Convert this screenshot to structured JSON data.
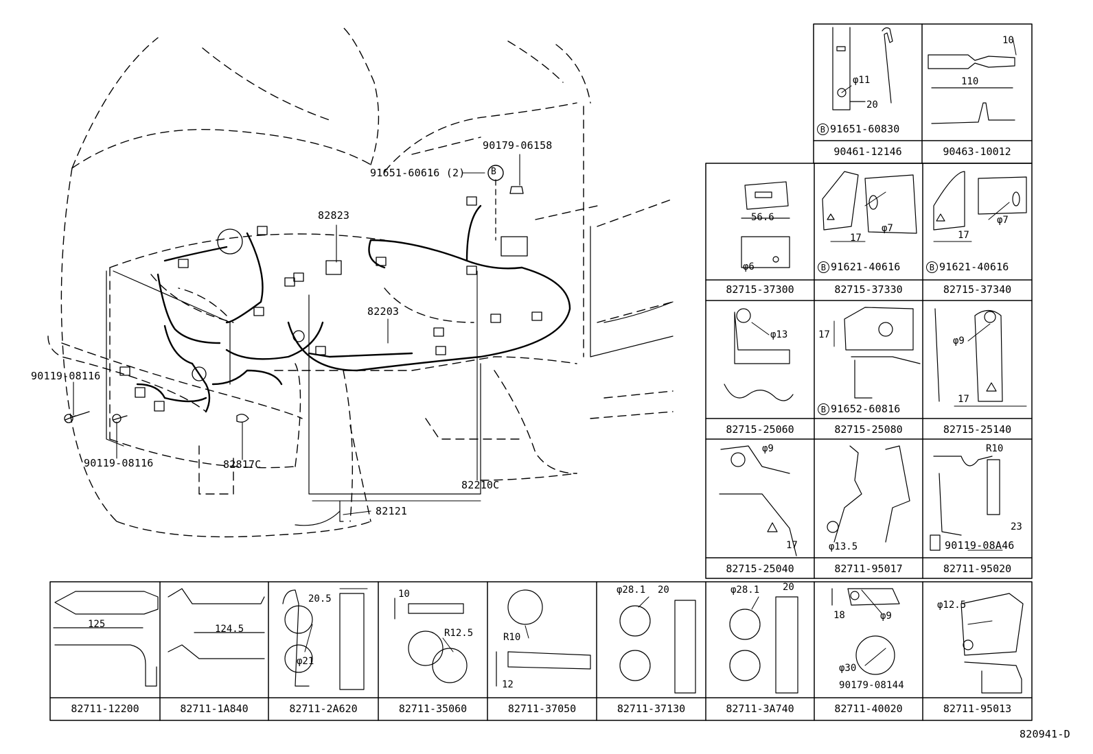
{
  "main_callouts": {
    "c90179_06158": "90179-06158",
    "c91651_60616": "91651-60616 (2)",
    "c82823": "82823",
    "c82203": "82203",
    "c90119_08116_a": "90119-08116",
    "c90119_08116_b": "90119-08116",
    "c82817c": "82817C",
    "c82210c": "82210C",
    "c82121": "82121",
    "ref_b": "B"
  },
  "grid_cells": {
    "c90461_12146": {
      "part": "90461-12146",
      "d1": "φ11",
      "d2": "20",
      "sub_mark": "B",
      "sub_part": "91651-60830"
    },
    "c90463_10012": {
      "part": "90463-10012",
      "d1": "10",
      "d2": "110"
    },
    "c82715_37300": {
      "part": "82715-37300",
      "d1": "56.6",
      "d2": "φ6"
    },
    "c82715_37330": {
      "part": "82715-37330",
      "d1": "17",
      "d2": "φ7",
      "sub_mark": "B",
      "sub_part": "91621-40616"
    },
    "c82715_37340": {
      "part": "82715-37340",
      "d1": "17",
      "d2": "φ7",
      "sub_mark": "B",
      "sub_part": "91621-40616"
    },
    "c82715_25060": {
      "part": "82715-25060",
      "d1": "φ13"
    },
    "c82715_25080": {
      "part": "82715-25080",
      "d1": "17",
      "sub_mark": "B",
      "sub_part": "91652-60816"
    },
    "c82715_25140": {
      "part": "82715-25140",
      "d1": "φ9",
      "d2": "17"
    },
    "c82715_25040": {
      "part": "82715-25040",
      "d1": "φ9",
      "d2": "17"
    },
    "c82711_95017": {
      "part": "82711-95017",
      "d1": "φ13.5"
    },
    "c82711_95020": {
      "part": "82711-95020",
      "d1": "R10",
      "d2": "23",
      "sub_part": "90119-08A46"
    },
    "c82711_12200": {
      "part": "82711-12200",
      "d1": "125"
    },
    "c82711_1a840": {
      "part": "82711-1A840",
      "d1": "124.5"
    },
    "c82711_2a620": {
      "part": "82711-2A620",
      "d1": "20.5",
      "d2": "φ21"
    },
    "c82711_35060": {
      "part": "82711-35060",
      "d1": "10",
      "d2": "R12.5"
    },
    "c82711_37050": {
      "part": "82711-37050",
      "d1": "R10",
      "d2": "12"
    },
    "c82711_37130": {
      "part": "82711-37130",
      "d1": "φ28.1",
      "d2": "20"
    },
    "c82711_3a740": {
      "part": "82711-3A740",
      "d1": "φ28.1",
      "d2": "20"
    },
    "c82711_40020": {
      "part": "82711-40020",
      "d1": "18",
      "d2": "φ9",
      "d3": "φ30",
      "sub_part": "90179-08144"
    },
    "c82711_95013": {
      "part": "82711-95013",
      "d1": "φ12.5"
    }
  },
  "figure_id": "820941-D"
}
